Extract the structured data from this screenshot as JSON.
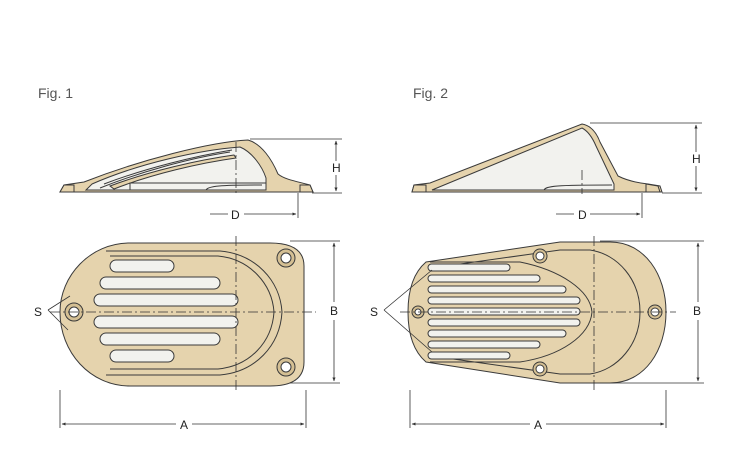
{
  "figures": [
    {
      "title": "Fig. 1",
      "labels": {
        "h": "H",
        "d": "D",
        "s": "S",
        "b": "B",
        "a": "A"
      }
    },
    {
      "title": "Fig. 2",
      "labels": {
        "h": "H",
        "d": "D",
        "s": "S",
        "b": "B",
        "a": "A"
      }
    }
  ],
  "colors": {
    "bronze": "#e5d3ad",
    "bronze_dark": "#d4bf93",
    "white_part": "#f2f2ee",
    "line": "#3a3a3a"
  }
}
